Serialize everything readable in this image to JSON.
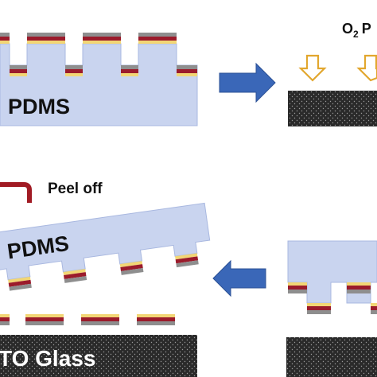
{
  "labels": {
    "pdms_top": "PDMS",
    "pdms_peel": "PDMS",
    "peel_off": "Peel off",
    "o2_main": "O",
    "o2_sub": "2",
    "o2_suffix": "P",
    "ito_glass": "TO Glass"
  },
  "colors": {
    "pdms_fill": "#c9d4ef",
    "pdms_stroke": "#a9b8e0",
    "layer_gold": "#f2d675",
    "layer_maroon": "#9b1b2b",
    "layer_gray": "#8e8e8e",
    "substrate": "#2a2a2a",
    "process_arrow": "#3a67b8",
    "plasma_arrow": "#e2a72e",
    "peel_hand": "#a11b24"
  },
  "icons": {
    "process_arrow_right": "right-arrow-icon",
    "process_arrow_left": "left-arrow-icon",
    "plasma_arrow": "down-arrow-icon",
    "peel_indicator": "peel-hook-icon"
  }
}
